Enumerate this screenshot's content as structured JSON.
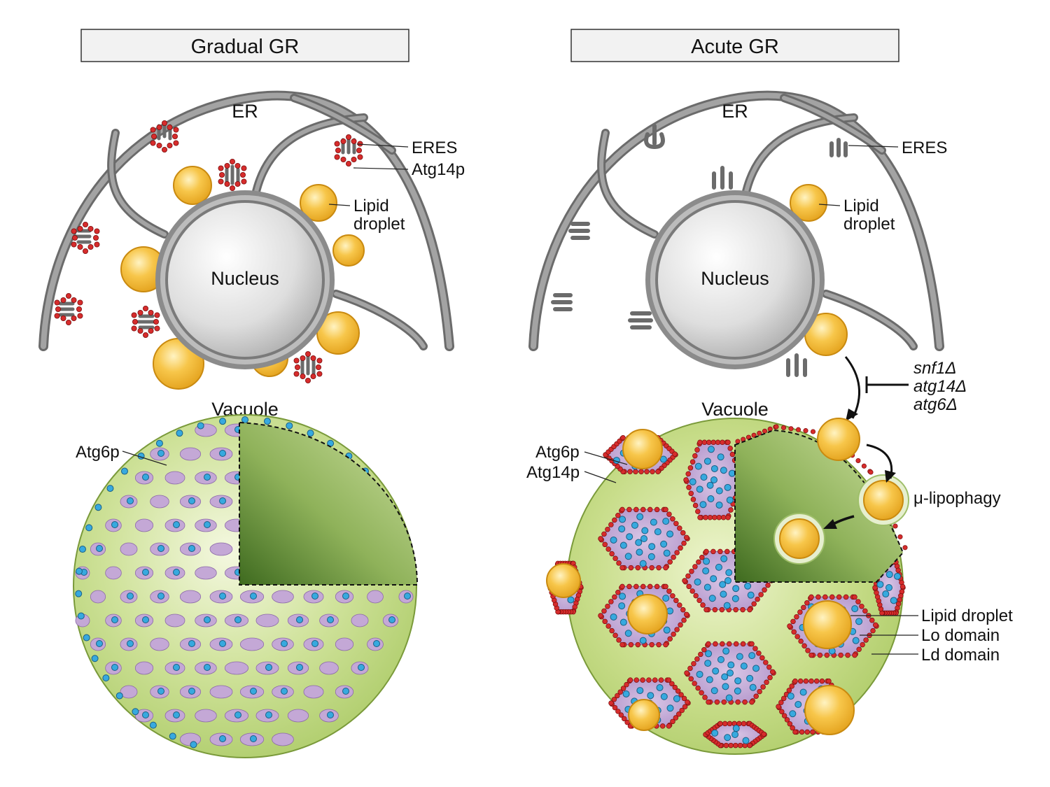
{
  "panels": {
    "left": {
      "title": "Gradual GR",
      "er": "ER",
      "nucleus": "Nucleus",
      "vacuole": "Vacuole",
      "eres": "ERES",
      "atg14p": "Atg14p",
      "lipid_line1": "Lipid",
      "lipid_line2": "droplet",
      "atg6p": "Atg6p"
    },
    "right": {
      "title": "Acute GR",
      "er": "ER",
      "nucleus": "Nucleus",
      "vacuole": "Vacuole",
      "eres": "ERES",
      "lipid_line1": "Lipid",
      "lipid_line2": "droplet",
      "mutants": [
        "snf1Δ",
        "atg14Δ",
        "atg6Δ"
      ],
      "atg6p": "Atg6p",
      "atg14p": "Atg14p",
      "lipophagy": "μ-lipophagy",
      "legend": [
        "Lipid droplet",
        "Lo domain",
        "Ld domain"
      ]
    }
  },
  "colors": {
    "er_membrane": "#6b6b6b",
    "er_fill": "#9a9a9a",
    "nucleus": "#d9d9d9",
    "lipid_droplet": "#f5c14a",
    "vacuole": "#b9d57a",
    "lo_domain": "#c4a8d6",
    "atg6p": "#37a9df",
    "atg14p": "#d62c2c"
  }
}
